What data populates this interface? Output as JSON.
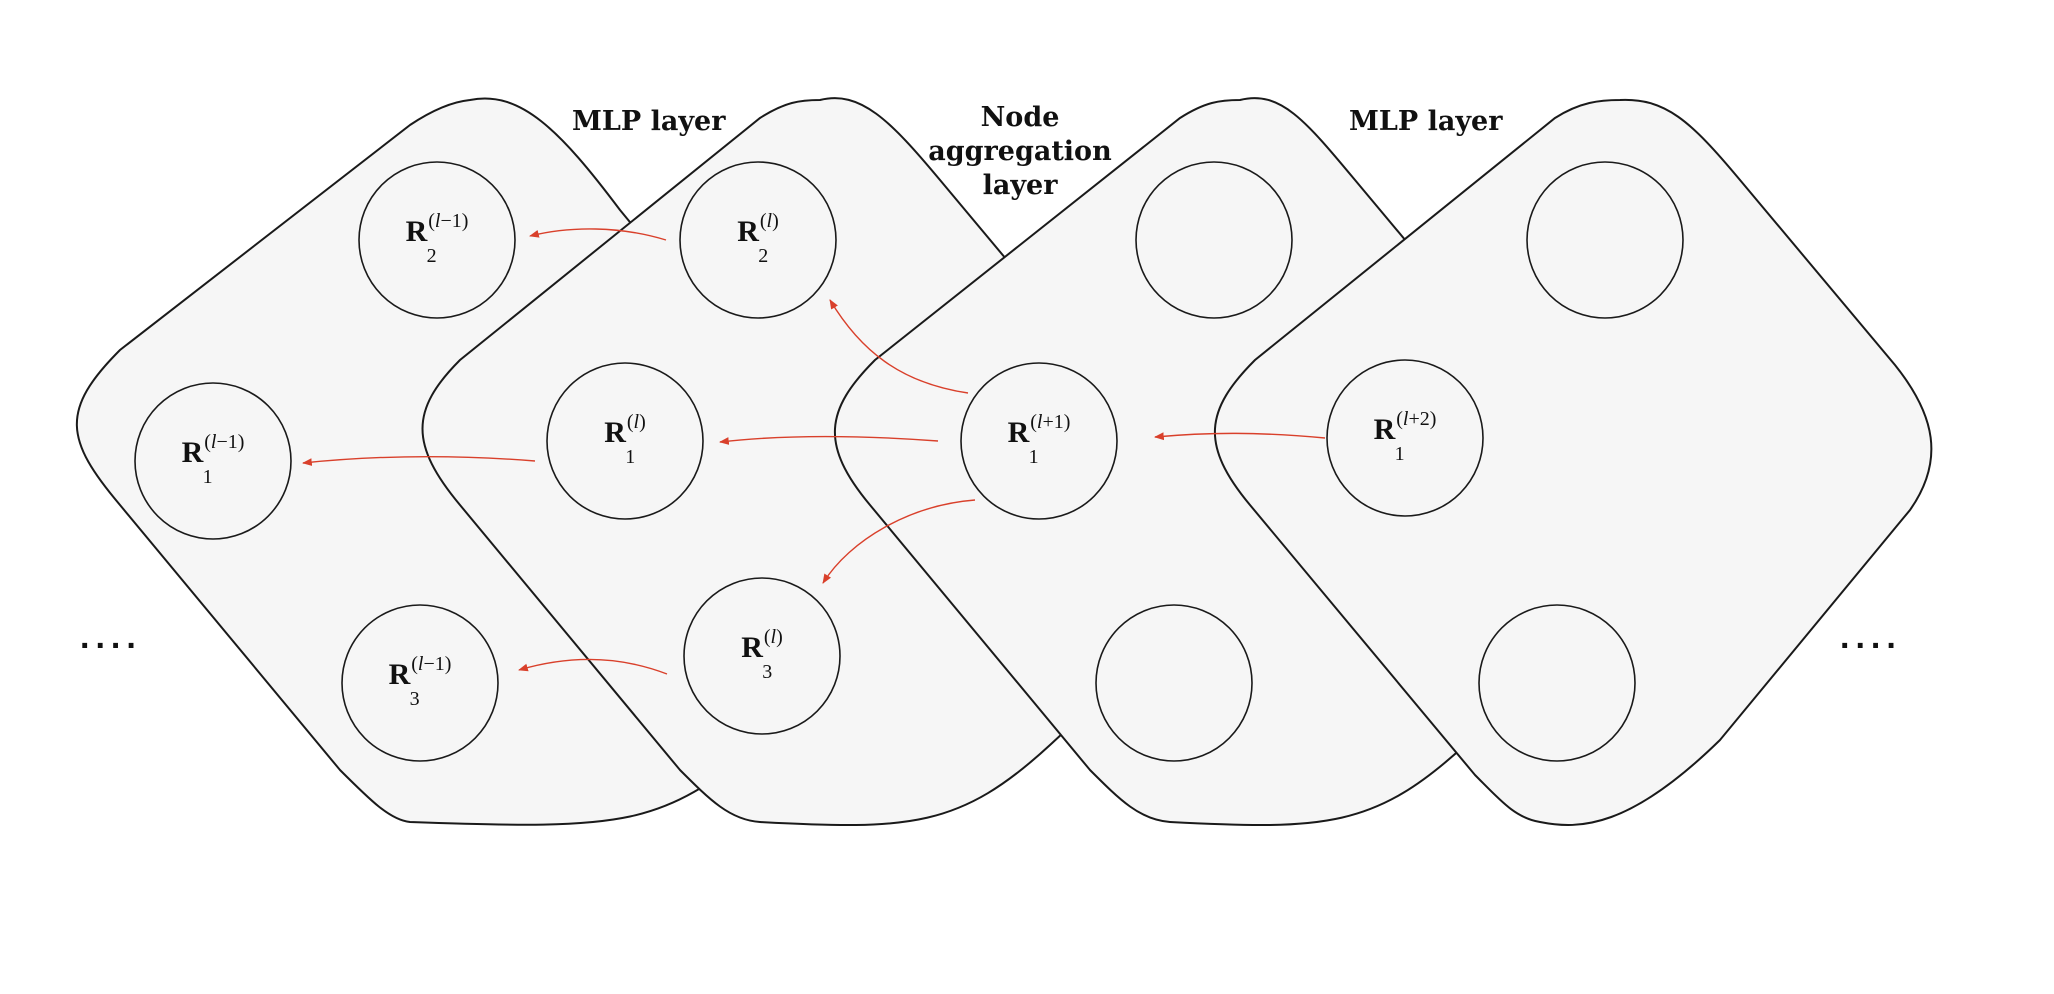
{
  "titles": {
    "mlp_left": "MLP layer",
    "node_agg": "Node aggregation layer",
    "mlp_right": "MLP layer"
  },
  "ellipsis": "....",
  "nodes": {
    "r2_lm1": {
      "base": "R",
      "sub": "2",
      "sup": "(l−1)"
    },
    "r1_lm1": {
      "base": "R",
      "sub": "1",
      "sup": "(l−1)"
    },
    "r3_lm1": {
      "base": "R",
      "sub": "3",
      "sup": "(l−1)"
    },
    "r2_l": {
      "base": "R",
      "sub": "2",
      "sup": "(l)"
    },
    "r1_l": {
      "base": "R",
      "sub": "1",
      "sup": "(l)"
    },
    "r3_l": {
      "base": "R",
      "sub": "3",
      "sup": "(l)"
    },
    "r1_lp1": {
      "base": "R",
      "sub": "1",
      "sup": "(l+1)"
    },
    "r1_lp2": {
      "base": "R",
      "sub": "1",
      "sup": "(l+2)"
    }
  },
  "colors": {
    "panel_fill": "#f6f6f6",
    "stroke": "#1a1a1a",
    "arrow": "#d9402b"
  }
}
